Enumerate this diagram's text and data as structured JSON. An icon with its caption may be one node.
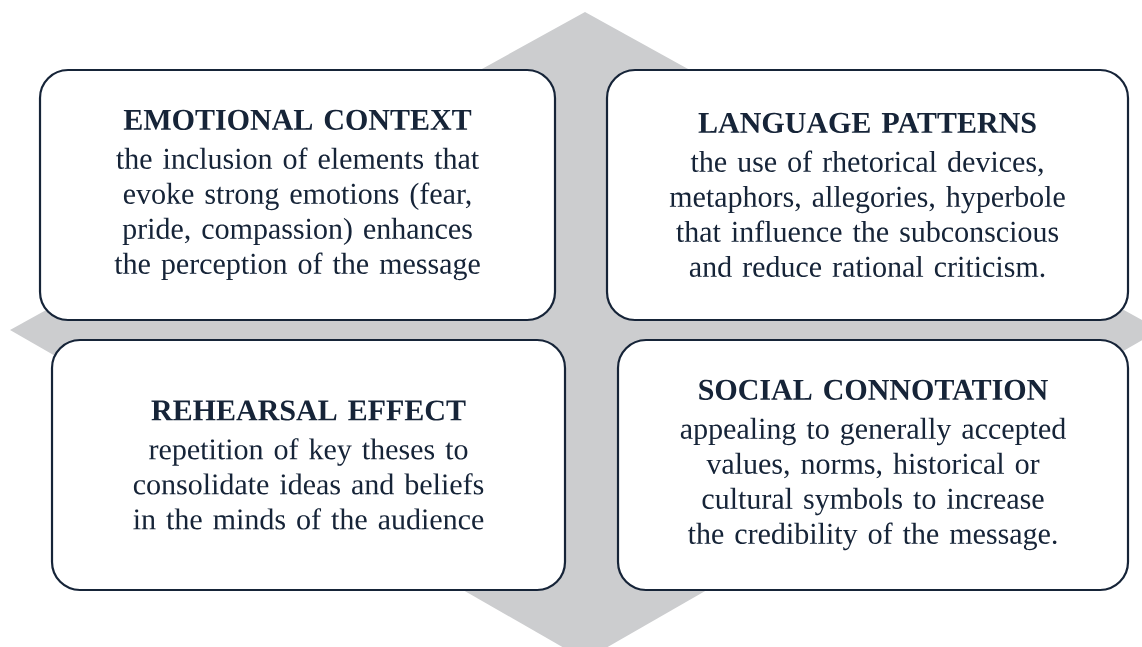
{
  "diagram": {
    "nodes": [
      {
        "text": [
          "EMOTIONAL CONTEXT",
          "the inclusion of elements that evoke strong emotions (fear, pride, compassion) enhances the perception of the message"
        ]
      },
      {
        "text": [
          "LANGUAGE PATTERNS",
          "the use of rhetorical devices, metaphors, allegories, hyperbole that influence the subconscious and reduce rational criticism."
        ]
      },
      {
        "text": [
          "REHEARSAL EFFECT",
          "repetition of key theses to consolidate ideas and beliefs in the minds of the audience"
        ]
      },
      {
        "text": [
          "SOCIAL CONNOTATION",
          "appealing to generally accepted values, norms, historical or cultural symbols to increase the credibility of the message."
        ]
      }
    ]
  }
}
